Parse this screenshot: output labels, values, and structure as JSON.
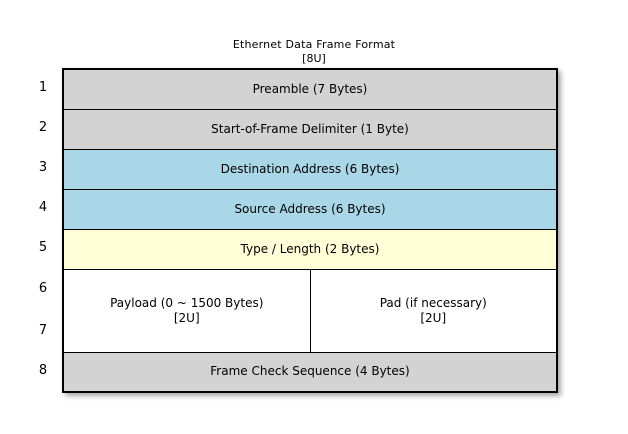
{
  "diagram": {
    "title": "Ethernet Data Frame Format",
    "subtitle": "[8U]",
    "background_color": "#ffffff",
    "colors": {
      "gray": "#d3d3d3",
      "blue": "#a9d7e8",
      "yellow": "#ffffd7",
      "white": "#ffffff",
      "border": "#000000"
    }
  },
  "row_numbers": [
    "1",
    "2",
    "3",
    "4",
    "5",
    "6",
    "7",
    "8"
  ],
  "rows": [
    {
      "number": "1",
      "fill": "gray",
      "cells": [
        {
          "label": "Preamble (7 Bytes)",
          "note": ""
        }
      ]
    },
    {
      "number": "2",
      "fill": "gray",
      "cells": [
        {
          "label": "Start-of-Frame Delimiter (1 Byte)",
          "note": ""
        }
      ]
    },
    {
      "number": "3",
      "fill": "blue",
      "cells": [
        {
          "label": "Destination Address (6 Bytes)",
          "note": ""
        }
      ]
    },
    {
      "number": "4",
      "fill": "blue",
      "cells": [
        {
          "label": "Source Address (6 Bytes)",
          "note": ""
        }
      ]
    },
    {
      "number": "5",
      "fill": "yellow",
      "cells": [
        {
          "label": "Type / Length (2 Bytes)",
          "note": ""
        }
      ]
    },
    {
      "number": "6,7",
      "fill": "white",
      "cells": [
        {
          "label": "Payload (0 ~ 1500 Bytes)",
          "note": "[2U]"
        },
        {
          "label": "Pad (if necessary)",
          "note": "[2U]"
        }
      ]
    },
    {
      "number": "8",
      "fill": "gray",
      "cells": [
        {
          "label": "Frame Check Sequence (4 Bytes)",
          "note": ""
        }
      ]
    }
  ]
}
